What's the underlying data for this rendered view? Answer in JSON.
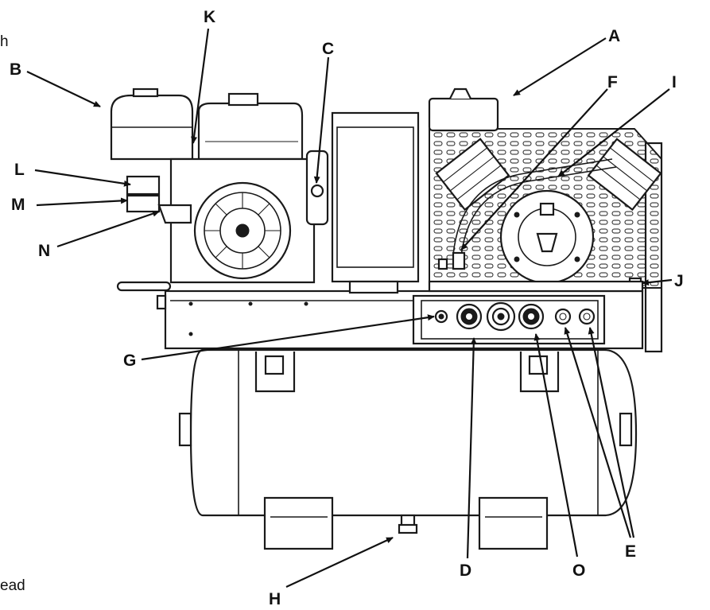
{
  "fragments": {
    "top_left": "h",
    "bottom_left": "ead"
  },
  "callouts": [
    {
      "id": "A",
      "label": "A"
    },
    {
      "id": "B",
      "label": "B"
    },
    {
      "id": "C",
      "label": "C"
    },
    {
      "id": "D",
      "label": "D"
    },
    {
      "id": "E",
      "label": "E"
    },
    {
      "id": "F",
      "label": "F"
    },
    {
      "id": "G",
      "label": "G"
    },
    {
      "id": "H",
      "label": "H"
    },
    {
      "id": "I",
      "label": "I"
    },
    {
      "id": "J",
      "label": "J"
    },
    {
      "id": "K",
      "label": "K"
    },
    {
      "id": "L",
      "label": "L"
    },
    {
      "id": "M",
      "label": "M"
    },
    {
      "id": "N",
      "label": "N"
    },
    {
      "id": "O",
      "label": "O"
    }
  ],
  "colors": {
    "line": "#111111",
    "fill": "#ffffff"
  }
}
